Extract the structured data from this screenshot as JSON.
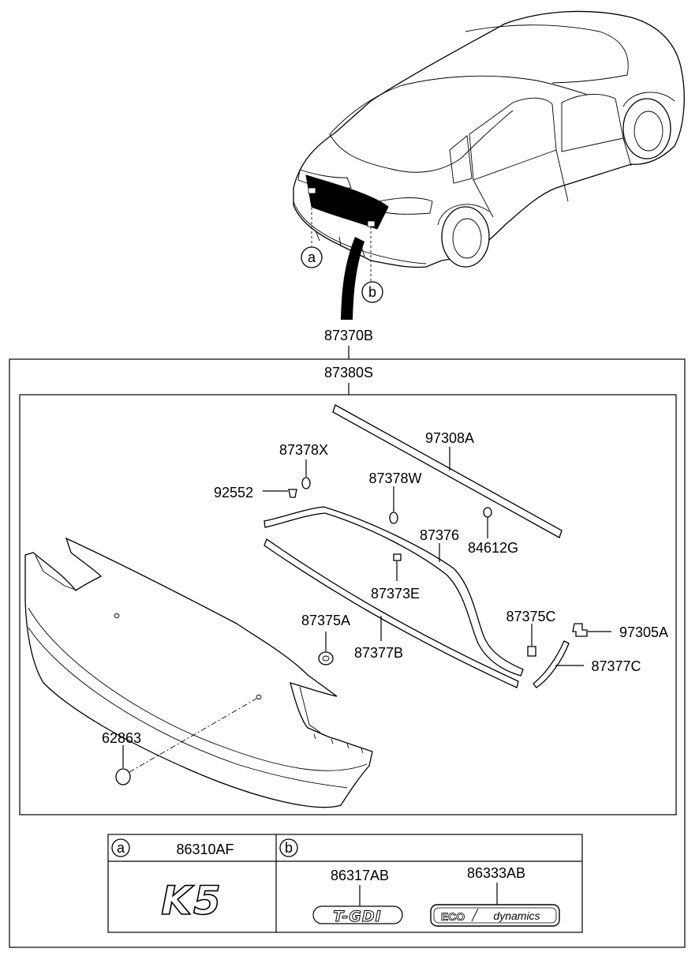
{
  "callouts": {
    "assembly_main": "87370B",
    "assembly_sub": "87380S",
    "letter_a": "a",
    "letter_b": "b"
  },
  "parts": {
    "p97308A": "97308A",
    "p87378X": "87378X",
    "p92552": "92552",
    "p87378W": "87378W",
    "p87376": "87376",
    "p84612G": "84612G",
    "p87373E": "87373E",
    "p87375A": "87375A",
    "p87377B": "87377B",
    "p87375C": "87375C",
    "p97305A": "97305A",
    "p87377C": "87377C",
    "p62863": "62863"
  },
  "emblem_table": {
    "a_letter": "a",
    "a_part": "86310AF",
    "a_emblem_text": "K5",
    "b_letter": "b",
    "b_part1": "86317AB",
    "b_part1_emblem": "T-GDI",
    "b_part2": "86333AB",
    "b_part2_emblem_left": "ECO",
    "b_part2_emblem_right": "dynamics"
  }
}
